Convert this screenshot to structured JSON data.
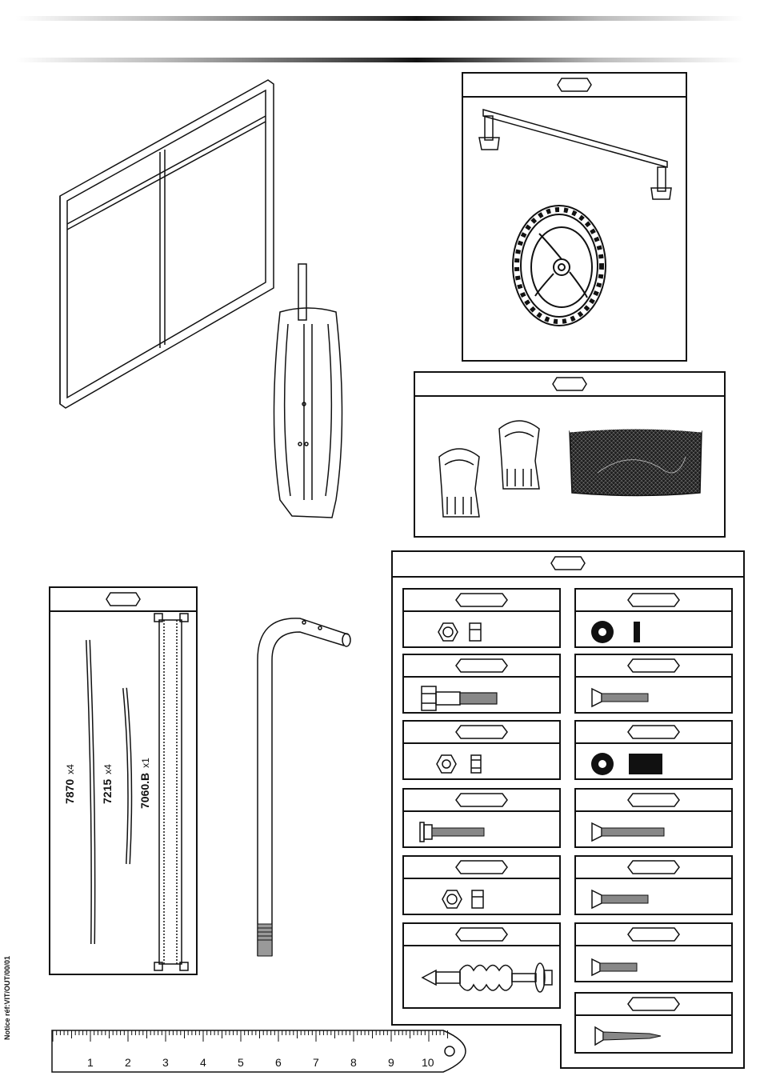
{
  "parts": [
    {
      "code": "7870",
      "qty": "x4"
    },
    {
      "code": "7215",
      "qty": "x4"
    },
    {
      "code": "7060.B",
      "qty": "x1"
    }
  ],
  "ruler": {
    "labels": [
      "1",
      "2",
      "3",
      "4",
      "5",
      "6",
      "7",
      "8",
      "9",
      "10"
    ]
  },
  "footer": {
    "notice": "Notice réf:VIT/OUT/00/01"
  },
  "colors": {
    "ink": "#111111",
    "panel_bg": "#ffffff"
  }
}
